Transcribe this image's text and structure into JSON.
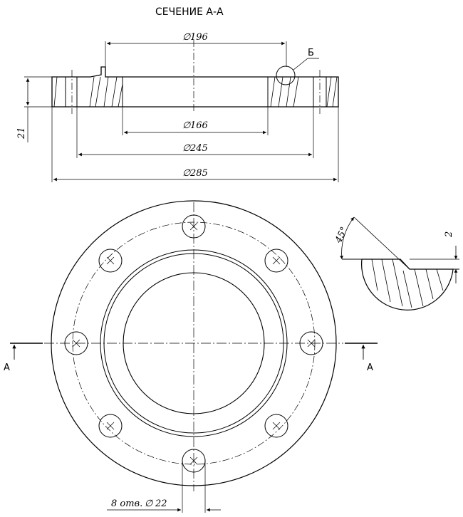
{
  "section_title": "СЕЧЕНИЕ А-А",
  "dims": {
    "d196": "196",
    "d166": "166",
    "d245": "245",
    "d285": "285",
    "h21": "21",
    "h2": "2",
    "angle45": "45°",
    "holes": "8 отв.",
    "hole_d": "22",
    "diameter_symbol": "∅"
  },
  "detail_label": "Б",
  "section_marks": {
    "left": "А",
    "right": "А"
  },
  "colors": {
    "line": "#000000",
    "background": "#ffffff"
  }
}
